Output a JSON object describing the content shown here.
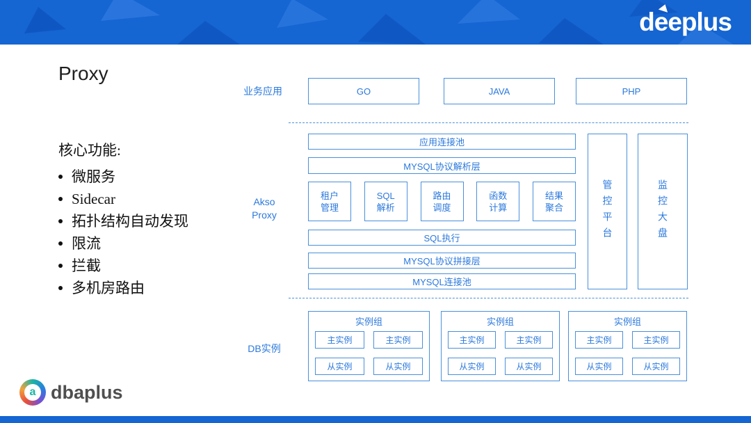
{
  "colors": {
    "banner": "#1565d2",
    "accent": "#2b79dd",
    "border": "#4a90d9",
    "title": "#1f1f1f"
  },
  "banner": {
    "logo": "deeplus"
  },
  "slide": {
    "title": "Proxy",
    "features_heading": "核心功能:",
    "features": [
      "微服务",
      "Sidecar",
      "拓扑结构自动发现",
      "限流",
      "拦截",
      "多机房路由"
    ]
  },
  "diagram": {
    "business": {
      "label": "业务应用",
      "items": [
        "GO",
        "JAVA",
        "PHP"
      ]
    },
    "proxy": {
      "label_top": "Akso",
      "label_bottom": "Proxy",
      "layer_app_pool": "应用连接池",
      "layer_protocol_parse": "MYSQL协议解析层",
      "modules": [
        "租户管理",
        "SQL解析",
        "路由调度",
        "函数计算",
        "结果聚合"
      ],
      "layer_sql_execute": "SQL执行",
      "layer_protocol_assemble": "MYSQL协议拼接层",
      "layer_connection_pool": "MYSQL连接池",
      "panels": [
        "管控平台",
        "监控大盘"
      ]
    },
    "db": {
      "label": "DB实例",
      "groups": [
        {
          "title": "实例组",
          "cells": [
            "主实例",
            "主实例",
            "从实例",
            "从实例"
          ]
        },
        {
          "title": "实例组",
          "cells": [
            "主实例",
            "主实例",
            "从实例",
            "从实例"
          ]
        },
        {
          "title": "实例组",
          "cells": [
            "主实例",
            "主实例",
            "从实例",
            "从实例"
          ]
        }
      ]
    }
  },
  "footer": {
    "logo": "dbaplus"
  }
}
